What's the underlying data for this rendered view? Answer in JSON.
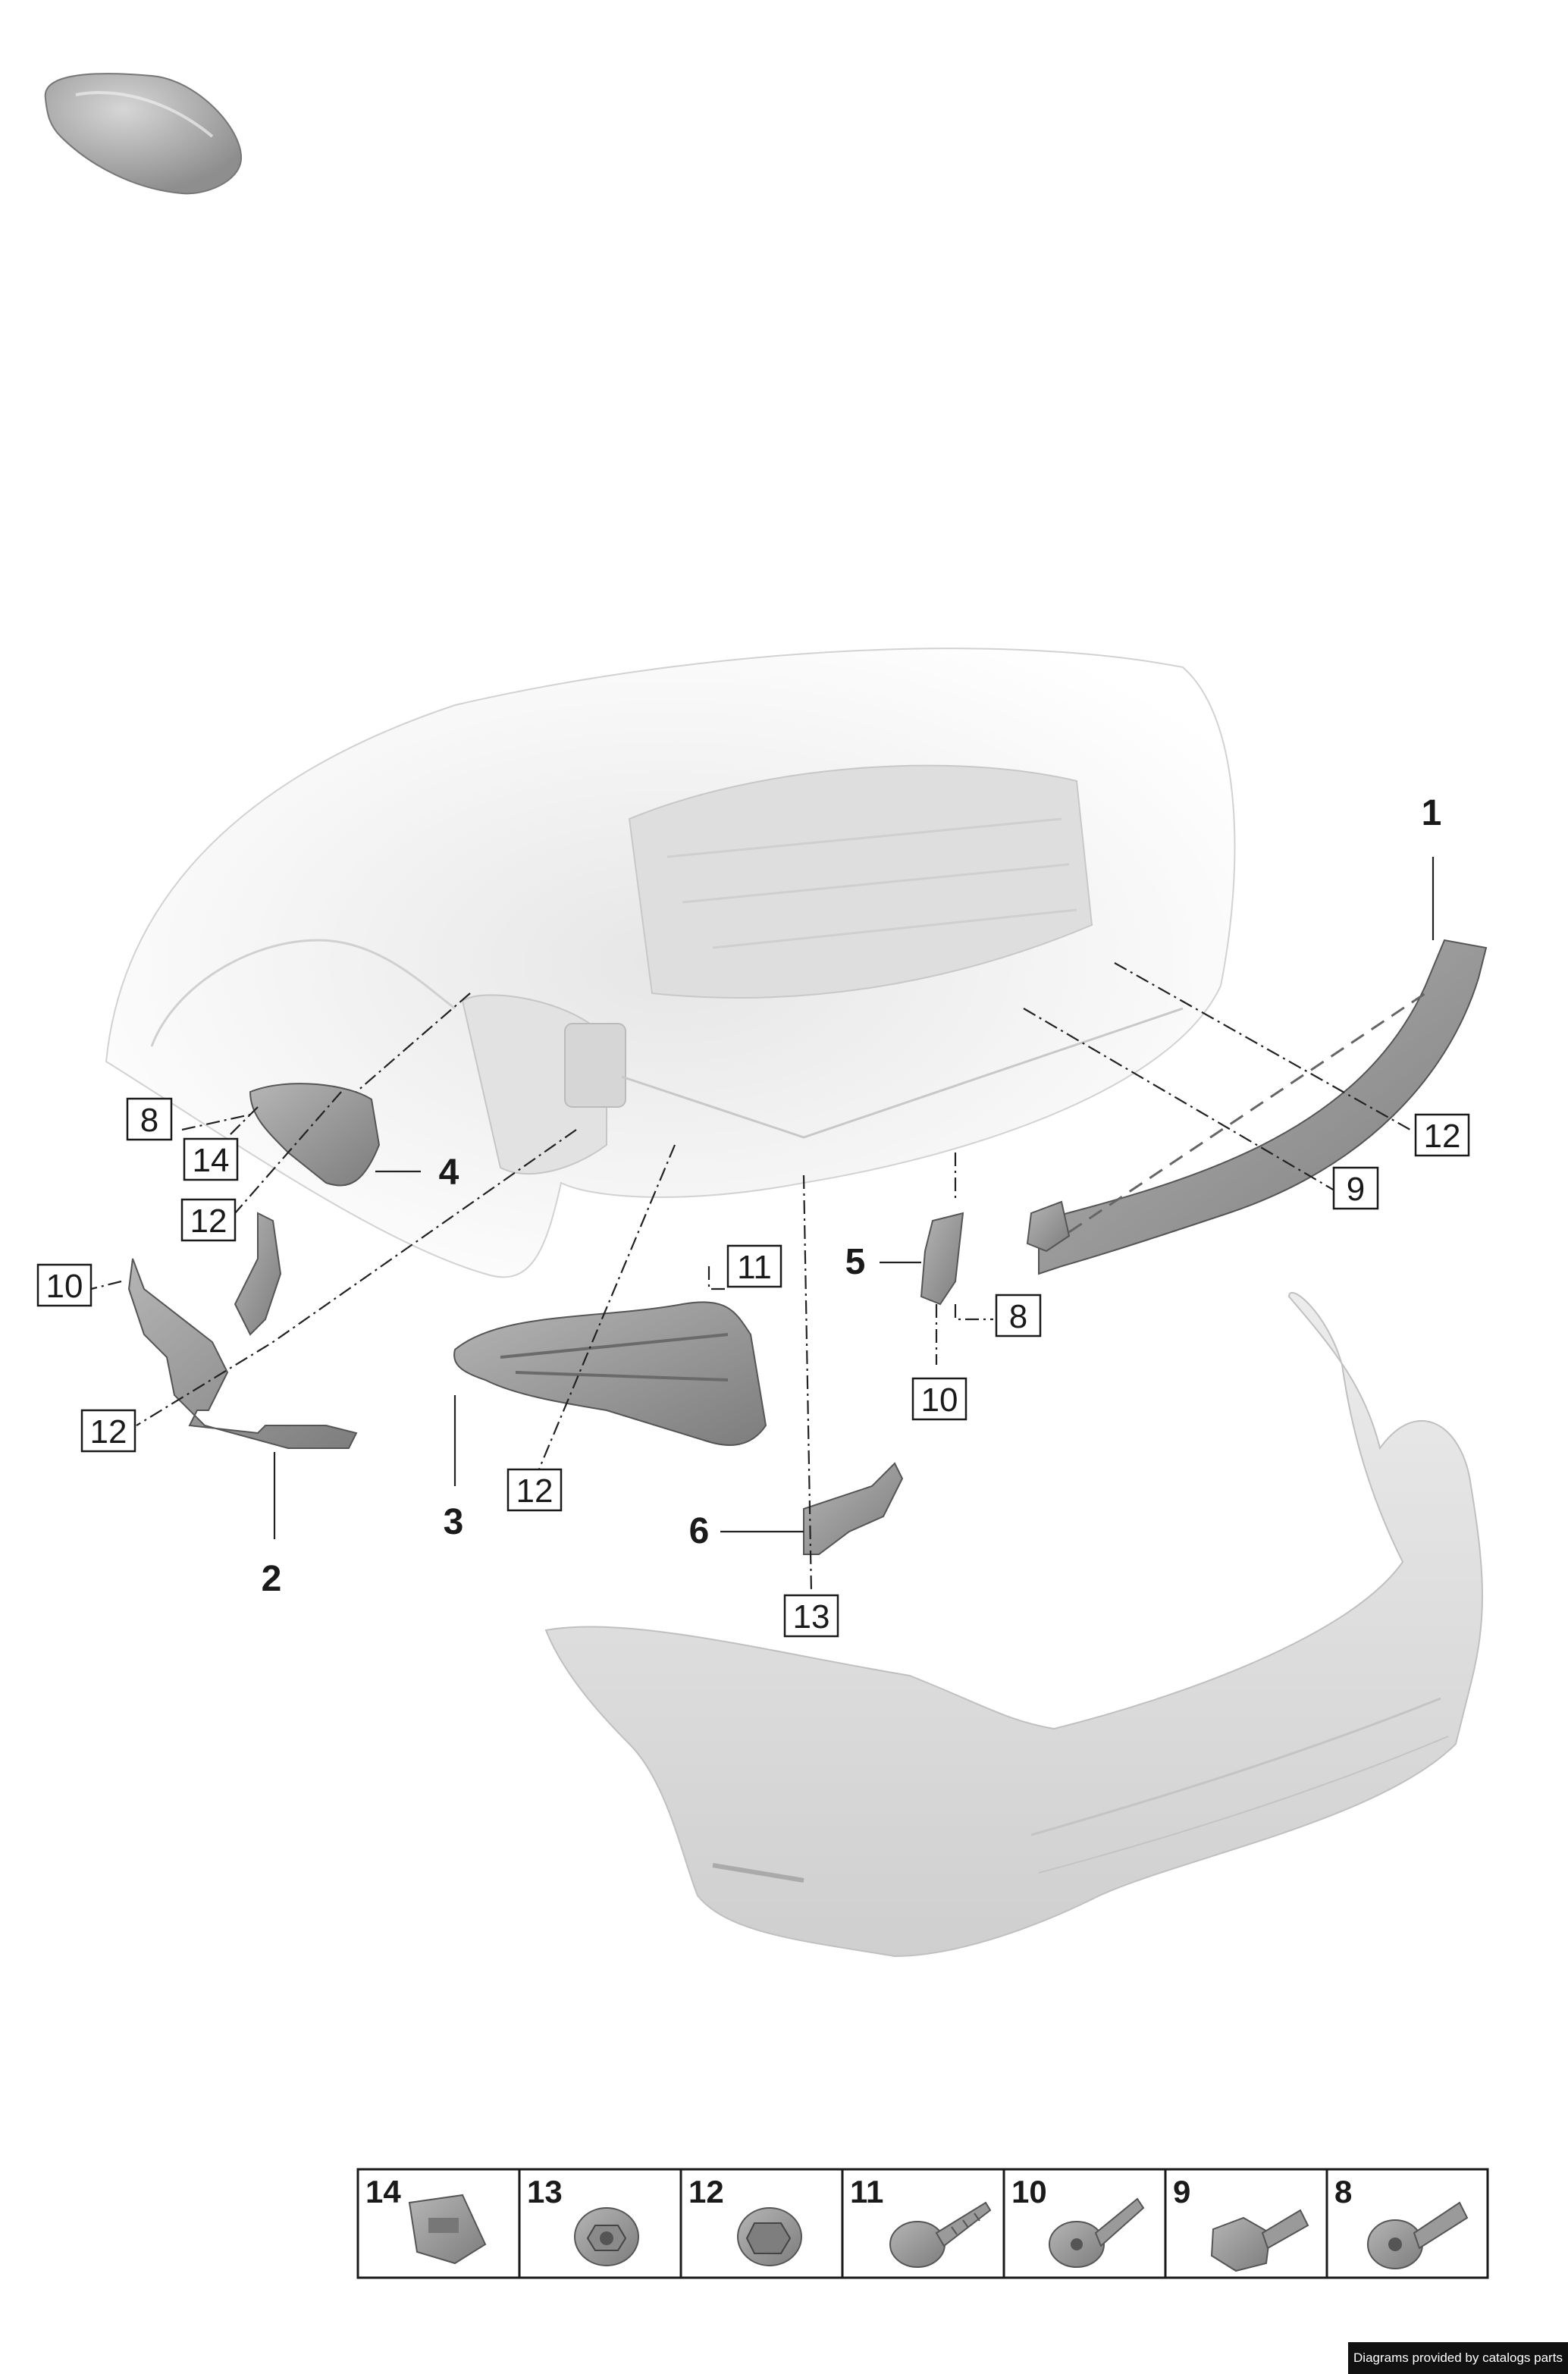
{
  "callouts": {
    "p1": "1",
    "p2": "2",
    "p3": "3",
    "p4": "4",
    "p5": "5",
    "p6": "6",
    "b8a": "8",
    "b14": "14",
    "b12a": "12",
    "b10a": "10",
    "b12b": "12",
    "b11": "11",
    "b12c": "12",
    "b8b": "8",
    "b10b": "10",
    "b13": "13",
    "b12d": "12",
    "b9": "9"
  },
  "legend": [
    {
      "num": "14",
      "icon": "clip-nut-icon"
    },
    {
      "num": "13",
      "icon": "flange-nut-icon"
    },
    {
      "num": "12",
      "icon": "hex-flange-nut-icon"
    },
    {
      "num": "11",
      "icon": "tapping-screw-icon"
    },
    {
      "num": "10",
      "icon": "torx-screw-icon"
    },
    {
      "num": "9",
      "icon": "hex-bolt-icon"
    },
    {
      "num": "8",
      "icon": "torx-bolt-icon"
    }
  ],
  "credit": "Diagrams provided by catalogs parts",
  "colors": {
    "part": "#9a9a9a",
    "ghost": "#e4e4e4",
    "bumper": "#dcdcdc",
    "ink": "#1a1a1a"
  }
}
